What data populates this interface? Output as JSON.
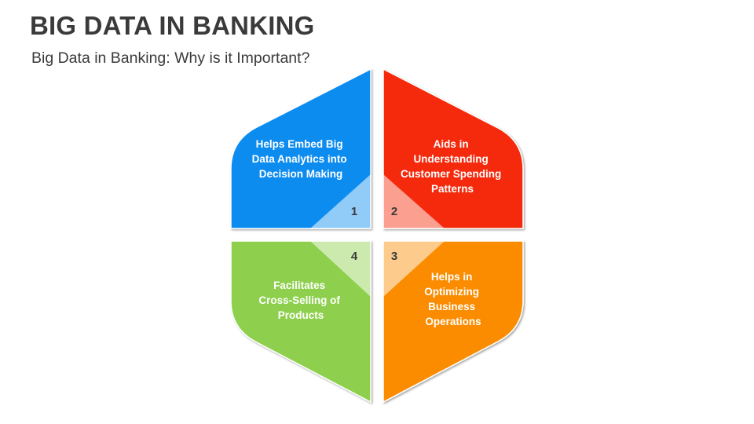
{
  "header": {
    "title": "BIG DATA IN BANKING",
    "subtitle": "Big Data in Banking: Why is it Important?"
  },
  "segments": [
    {
      "number": "1",
      "lines": [
        "Helps Embed Big",
        "Data Analytics into",
        "Decision Making"
      ],
      "color": "#0a8cf0"
    },
    {
      "number": "2",
      "lines": [
        "Aids in",
        "Understanding",
        "Customer Spending",
        "Patterns"
      ],
      "color": "#f52c0c"
    },
    {
      "number": "3",
      "lines": [
        "Helps in",
        "Optimizing",
        "Business",
        "Operations"
      ],
      "color": "#fb8c05"
    },
    {
      "number": "4",
      "lines": [
        "Facilitates",
        "Cross-Selling of",
        "Products"
      ],
      "color": "#8ed04e"
    }
  ]
}
